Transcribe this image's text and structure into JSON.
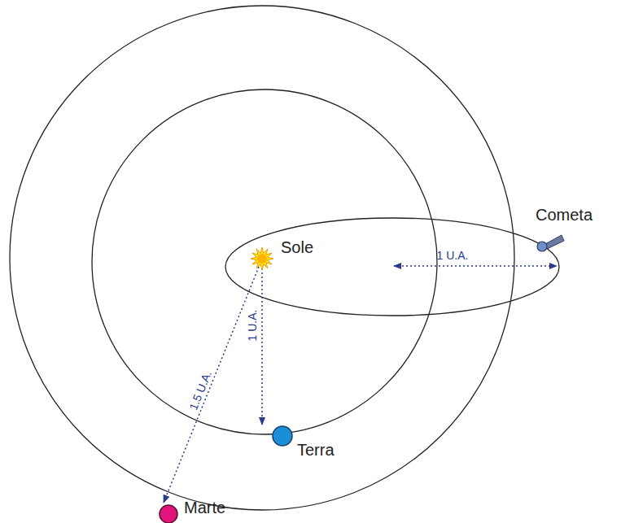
{
  "diagram": {
    "labels": [
      "Sole",
      "Terra",
      "Marte",
      "Cometa",
      "1 U.A.",
      "1 U.A.",
      "1.5 U.A."
    ]
  }
}
